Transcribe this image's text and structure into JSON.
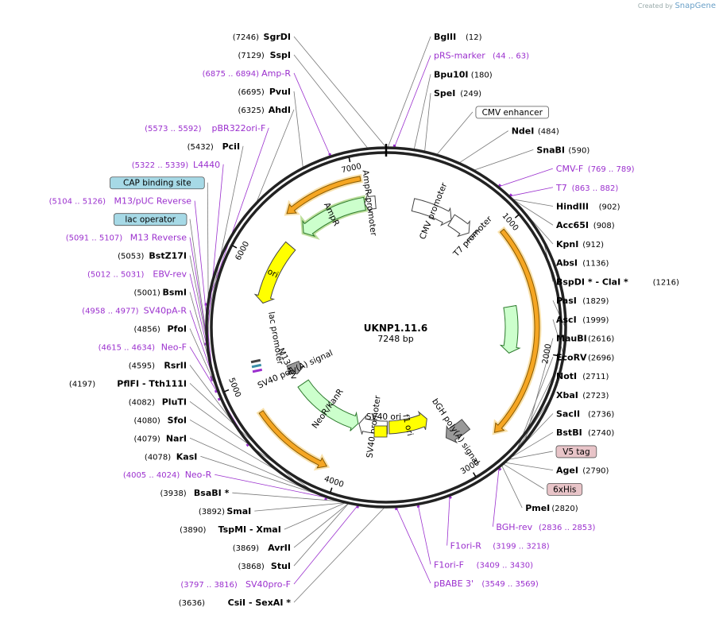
{
  "credit": {
    "prefix": "Created by",
    "brand": "SnapGene"
  },
  "plasmid": {
    "name": "UKNP1.11.6",
    "length_label": "7248 bp",
    "length": 7248
  },
  "ticks": [
    {
      "label": "1000",
      "bp": 1000
    },
    {
      "label": "2000",
      "bp": 2000
    },
    {
      "label": "3000",
      "bp": 3000
    },
    {
      "label": "4000",
      "bp": 4000
    },
    {
      "label": "5000",
      "bp": 5000
    },
    {
      "label": "6000",
      "bp": 6000
    },
    {
      "label": "7000",
      "bp": 7000
    }
  ],
  "features": [
    {
      "name": "CMV enhancer",
      "start": 250,
      "end": 630,
      "dir": 1,
      "track": 1,
      "color": "#ffffff",
      "label": "CMV promoter"
    },
    {
      "name": "CMV promoter",
      "start": 630,
      "end": 830,
      "dir": 1,
      "track": 1,
      "color": "#ffffff",
      "label": ""
    },
    {
      "name": "T7 promoter",
      "start": 863,
      "end": 882,
      "dir": 1,
      "track": 1,
      "color": "#ffffff",
      "label": "T7 promoter"
    },
    {
      "name": "ORF orange",
      "start": 1010,
      "end": 2700,
      "dir": 1,
      "track": 0,
      "color": "#f5a623",
      "label": ""
    },
    {
      "name": "ORF inner green",
      "start": 1620,
      "end": 2050,
      "dir": 1,
      "track": 1,
      "color": "#ccffcc",
      "label": ""
    },
    {
      "name": "bGH poly(A) signal",
      "start": 2830,
      "end": 3050,
      "dir": 1,
      "track": 1,
      "color": "#999999",
      "label": "bGH poly(A) signal"
    },
    {
      "name": "f1 ori",
      "start": 3140,
      "end": 3590,
      "dir": -1,
      "track": 2,
      "color": "#ffff00",
      "label": "f1 ori"
    },
    {
      "name": "SV40 promoter",
      "start": 3610,
      "end": 3940,
      "dir": 1,
      "track": 2,
      "color": "#ffffff",
      "label": "SV40 promoter"
    },
    {
      "name": "NeoR/KanR",
      "start": 3950,
      "end": 4750,
      "dir": -1,
      "track": 2,
      "color": "#ccffcc",
      "label": "NeoR/KanR"
    },
    {
      "name": "ORF orange 2",
      "start": 4090,
      "end": 4750,
      "dir": -1,
      "track": 0,
      "color": "#f5a623",
      "label": ""
    },
    {
      "name": "SV40 poly(A) signal",
      "start": 4880,
      "end": 5010,
      "dir": -1,
      "track": 2,
      "color": "#999999",
      "label": "SV40 poly(A) signal"
    },
    {
      "name": "ori",
      "start": 5660,
      "end": 6250,
      "dir": -1,
      "track": 1,
      "color": "#ffff00",
      "label": "ori"
    },
    {
      "name": "AmpR",
      "start": 6420,
      "end": 7050,
      "dir": -1,
      "track": 1,
      "color": "#ccffcc",
      "label": "AmpR"
    },
    {
      "name": "AmpR orange",
      "start": 6420,
      "end": 7050,
      "dir": -1,
      "track": 0,
      "color": "#f5a623",
      "label": ""
    },
    {
      "name": "AmpR promoter",
      "start": 7050,
      "end": 7150,
      "dir": -1,
      "track": 1,
      "color": "#ffffff",
      "label": "AmpR promoter"
    }
  ],
  "center_features": [
    {
      "name": "SV40 ori",
      "label": "SV40 ori"
    }
  ],
  "left_labels": [
    {
      "name": "SgrDI",
      "pos": "(7246)",
      "kind": "site",
      "bp": 7246
    },
    {
      "name": "SspI",
      "pos": "(7129)",
      "kind": "site",
      "bp": 7129
    },
    {
      "name": "Amp-R",
      "pos": "(6875 .. 6894)",
      "kind": "primer",
      "bp": 6885
    },
    {
      "name": "PvuI",
      "pos": "(6695)",
      "kind": "site",
      "bp": 6695
    },
    {
      "name": "AhdI",
      "pos": "(6325)",
      "kind": "site",
      "bp": 6325
    },
    {
      "name": "pBR322ori-F",
      "pos": "(5573 .. 5592)",
      "kind": "primer",
      "bp": 5583
    },
    {
      "name": "PciI",
      "pos": "(5432)",
      "kind": "site",
      "bp": 5432
    },
    {
      "name": "L4440",
      "pos": "(5322 .. 5339)",
      "kind": "primer",
      "bp": 5330
    },
    {
      "name": "CAP binding site",
      "pos": "",
      "kind": "box",
      "bp": 5232,
      "box": "#a6d9e6"
    },
    {
      "name": "M13/pUC Reverse",
      "pos": "(5104 .. 5126)",
      "kind": "primer",
      "bp": 5115
    },
    {
      "name": "lac operator",
      "pos": "",
      "kind": "box",
      "bp": 5144,
      "box": "#a6d9e6"
    },
    {
      "name": "M13 Reverse",
      "pos": "(5091 .. 5107)",
      "kind": "primer",
      "bp": 5099
    },
    {
      "name": "BstZ17I",
      "pos": "(5053)",
      "kind": "site",
      "bp": 5053
    },
    {
      "name": "EBV-rev",
      "pos": "(5012 .. 5031)",
      "kind": "primer",
      "bp": 5021
    },
    {
      "name": "BsmI",
      "pos": "(5001)",
      "kind": "site",
      "bp": 5001
    },
    {
      "name": "SV40pA-R",
      "pos": "(4958 .. 4977)",
      "kind": "primer",
      "bp": 4967
    },
    {
      "name": "PfoI",
      "pos": "(4856)",
      "kind": "site",
      "bp": 4856
    },
    {
      "name": "Neo-F",
      "pos": "(4615 .. 4634)",
      "kind": "primer",
      "bp": 4624
    },
    {
      "name": "RsrII",
      "pos": "(4595)",
      "kind": "site",
      "bp": 4595
    },
    {
      "name": "PflFI  - Tth111I",
      "pos": "(4197)",
      "kind": "site",
      "bp": 4197
    },
    {
      "name": "PluTI",
      "pos": "(4082)",
      "kind": "site",
      "bp": 4082
    },
    {
      "name": "SfoI",
      "pos": "(4080)",
      "kind": "site",
      "bp": 4080
    },
    {
      "name": "NarI",
      "pos": "(4079)",
      "kind": "site",
      "bp": 4079
    },
    {
      "name": "KasI",
      "pos": "(4078)",
      "kind": "site",
      "bp": 4078
    },
    {
      "name": "Neo-R",
      "pos": "(4005 .. 4024)",
      "kind": "primer",
      "bp": 4014
    },
    {
      "name": "BsaBI *",
      "pos": "(3938)",
      "kind": "site",
      "bp": 3938
    },
    {
      "name": "SmaI",
      "pos": "(3892)",
      "kind": "site",
      "bp": 3892
    },
    {
      "name": "TspMI  - XmaI",
      "pos": "(3890)",
      "kind": "site",
      "bp": 3890
    },
    {
      "name": "AvrII",
      "pos": "(3869)",
      "kind": "site",
      "bp": 3869
    },
    {
      "name": "StuI",
      "pos": "(3868)",
      "kind": "site",
      "bp": 3868
    },
    {
      "name": "SV40pro-F",
      "pos": "(3797 .. 3816)",
      "kind": "primer",
      "bp": 3806
    },
    {
      "name": "CsiI  - SexAI *",
      "pos": "(3636)",
      "kind": "site",
      "bp": 3636
    }
  ],
  "right_labels": [
    {
      "name": "BglII",
      "pos": "(12)",
      "kind": "site",
      "bp": 12
    },
    {
      "name": "pRS-marker",
      "pos": "(44 .. 63)",
      "kind": "primer",
      "bp": 53
    },
    {
      "name": "Bpu10I",
      "pos": "(180)",
      "kind": "site",
      "bp": 180
    },
    {
      "name": "SpeI",
      "pos": "(249)",
      "kind": "site",
      "bp": 249
    },
    {
      "name": "CMV enhancer",
      "pos": "",
      "kind": "box",
      "bp": 330,
      "box": "#ffffff"
    },
    {
      "name": "NdeI",
      "pos": "(484)",
      "kind": "site",
      "bp": 484
    },
    {
      "name": "SnaBI",
      "pos": "(590)",
      "kind": "site",
      "bp": 590
    },
    {
      "name": "CMV-F",
      "pos": "(769 .. 789)",
      "kind": "primer",
      "bp": 779
    },
    {
      "name": "T7",
      "pos": "(863 .. 882)",
      "kind": "primer",
      "bp": 872
    },
    {
      "name": "HindIII",
      "pos": "(902)",
      "kind": "site",
      "bp": 902
    },
    {
      "name": "Acc65I",
      "pos": "(908)",
      "kind": "site",
      "bp": 908
    },
    {
      "name": "KpnI",
      "pos": "(912)",
      "kind": "site",
      "bp": 912
    },
    {
      "name": "AbsI",
      "pos": "(1136)",
      "kind": "site",
      "bp": 1136
    },
    {
      "name": "BspDI *  - ClaI *",
      "pos": "(1216)",
      "kind": "site",
      "bp": 1216
    },
    {
      "name": "PasI",
      "pos": "(1829)",
      "kind": "site",
      "bp": 1829
    },
    {
      "name": "AscI",
      "pos": "(1999)",
      "kind": "site",
      "bp": 1999
    },
    {
      "name": "MauBI",
      "pos": "(2616)",
      "kind": "site",
      "bp": 2616
    },
    {
      "name": "EcoRV",
      "pos": "(2696)",
      "kind": "site",
      "bp": 2696
    },
    {
      "name": "NotI",
      "pos": "(2711)",
      "kind": "site",
      "bp": 2711
    },
    {
      "name": "XbaI",
      "pos": "(2723)",
      "kind": "site",
      "bp": 2723
    },
    {
      "name": "SacII",
      "pos": "(2736)",
      "kind": "site",
      "bp": 2736
    },
    {
      "name": "BstBI",
      "pos": "(2740)",
      "kind": "site",
      "bp": 2740
    },
    {
      "name": "V5 tag",
      "pos": "",
      "kind": "box",
      "bp": 2760,
      "box": "#e8c4c8"
    },
    {
      "name": "AgeI",
      "pos": "(2790)",
      "kind": "site",
      "bp": 2790
    },
    {
      "name": "6xHis",
      "pos": "",
      "kind": "box",
      "bp": 2805,
      "box": "#e8c4c8"
    },
    {
      "name": "PmeI",
      "pos": "(2820)",
      "kind": "site",
      "bp": 2820
    },
    {
      "name": "BGH-rev",
      "pos": "(2836 .. 2853)",
      "kind": "primer",
      "bp": 2844
    },
    {
      "name": "F1ori-R",
      "pos": "(3199 .. 3218)",
      "kind": "primer",
      "bp": 3208
    },
    {
      "name": "F1ori-F",
      "pos": "(3409 .. 3430)",
      "kind": "primer",
      "bp": 3419
    },
    {
      "name": "pBABE 3'",
      "pos": "(3549 .. 3569)",
      "kind": "primer",
      "bp": 3559
    }
  ],
  "inner_labels": [
    {
      "name": "lac promoter",
      "label": "lac promoter"
    },
    {
      "name": "M13 rev",
      "label": "M13 rev"
    }
  ]
}
